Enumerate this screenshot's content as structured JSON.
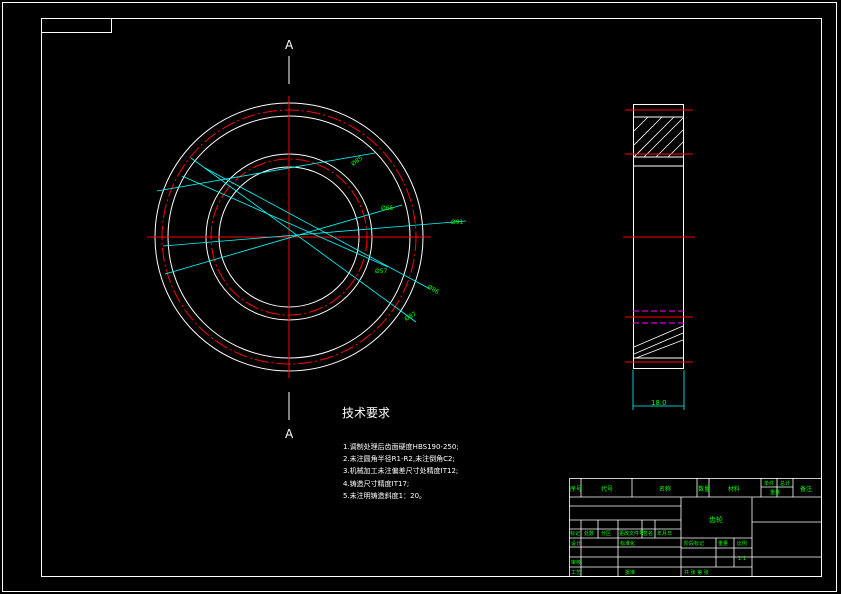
{
  "drawing": {
    "section_label_top": "A",
    "section_label_bottom": "A",
    "width_dimension": "18.0",
    "dims": {
      "d1": "Ø85",
      "d2": "Ø65",
      "d3": "Ø91",
      "d4": "Ø57",
      "d5": "Ø86",
      "d6": "Ø87"
    }
  },
  "tech_requirements": {
    "title": "技术要求",
    "items": [
      "1.调制处理后齿面硬度HBS190-250;",
      "2.未注圆角半径R1-R2,未注倒角C2;",
      "3.机械加工未注偏差尺寸处精度IT12;",
      "4.铸造尺寸精度IT17;",
      "5.未注明铸造斜度1：20。"
    ]
  },
  "title_block": {
    "header": [
      "序号",
      "代号",
      "名称",
      "数量",
      "材料",
      "单件",
      "总计",
      "备注"
    ],
    "weight_label": "重量",
    "part_name": "齿轮",
    "revision_labels": [
      "标记",
      "处数",
      "分区",
      "更改文件号",
      "签名",
      "年月日"
    ],
    "approval_labels": [
      "设计",
      "标准化",
      "审核",
      "工艺",
      "批准"
    ],
    "stage_labels": [
      "阶段标记",
      "重量",
      "比例"
    ],
    "scale": "1:1",
    "sheet_info": "共 张 第 张"
  },
  "colors": {
    "outline": "#ffffff",
    "center": "#ff0000",
    "dimension": "#00ffff",
    "text": "#00ff00",
    "hidden": "#ff00ff"
  }
}
